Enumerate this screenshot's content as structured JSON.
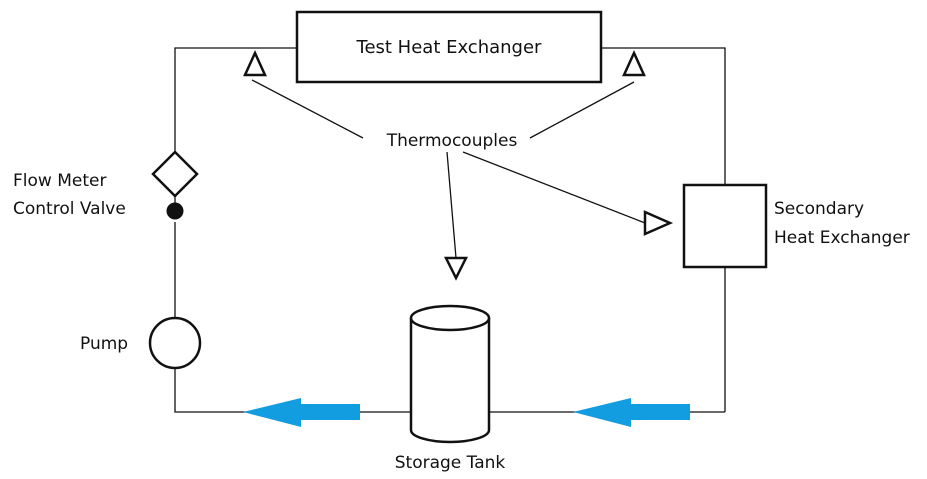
{
  "components": {
    "test_heat_exchanger": "Test Heat Exchanger",
    "thermocouples": "Thermocouples",
    "flow_meter": "Flow Meter",
    "control_valve": "Control Valve",
    "pump": "Pump",
    "storage_tank": "Storage Tank",
    "secondary_heat_exchanger_line1": "Secondary",
    "secondary_heat_exchanger_line2": "Heat Exchanger"
  },
  "colors": {
    "flow_arrow": "#129de0",
    "line": "#111111"
  },
  "icons": {
    "flow_arrow": "flow-direction-arrow-icon",
    "thermocouple": "thermocouple-triangle-icon",
    "flow_meter": "diamond-icon",
    "control_valve": "filled-circle-icon",
    "pump": "circle-icon",
    "storage_tank": "cylinder-icon"
  }
}
